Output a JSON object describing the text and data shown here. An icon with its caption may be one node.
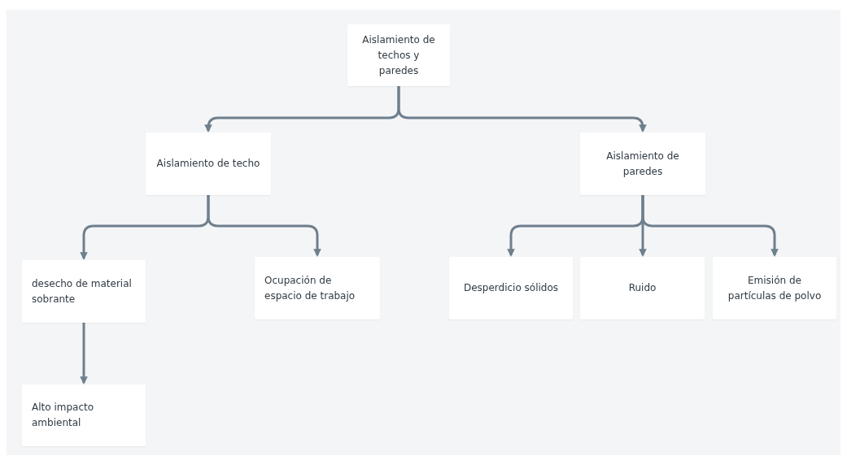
{
  "diagram": {
    "nodes": [
      {
        "text": [
          "Aislamiento de techos y paredes"
        ]
      },
      {
        "text": [
          "Aislamiento de techo"
        ]
      },
      {
        "text": [
          "Aislamiento de paredes"
        ]
      },
      {
        "text": [
          "desecho de material sobrante"
        ]
      },
      {
        "text": [
          "Ocupación de espacio de trabajo"
        ]
      },
      {
        "text": [
          "Desperdicio sólidos"
        ]
      },
      {
        "text": [
          "Ruido"
        ]
      },
      {
        "text": [
          "Emisión de partículas de polvo"
        ]
      },
      {
        "text": [
          "Alto impacto ambiental"
        ]
      }
    ],
    "edges": [
      {
        "from": 0,
        "to": 1,
        "arrow": "to"
      },
      {
        "from": 0,
        "to": 2,
        "arrow": "to"
      },
      {
        "from": 1,
        "to": 3,
        "arrow": "to"
      },
      {
        "from": 1,
        "to": 4,
        "arrow": "to"
      },
      {
        "from": 2,
        "to": 5,
        "arrow": "to"
      },
      {
        "from": 2,
        "to": 6,
        "arrow": "to"
      },
      {
        "from": 2,
        "to": 7,
        "arrow": "to"
      },
      {
        "from": 3,
        "to": 8,
        "arrow": "to"
      }
    ]
  }
}
